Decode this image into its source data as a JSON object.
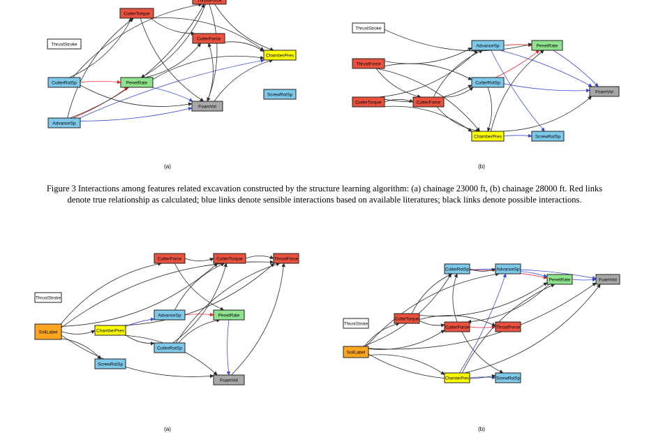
{
  "caption": "Figure 3 Interactions among features related excavation constructed by the structure learning algorithm: (a) chainage 23000 ft, (b) chainage 28000 ft. Red links denote true relationship as calculated; blue links denote sensible interactions based on available literatures; black links denote possible interactions.",
  "colors": {
    "red": "#e8523f",
    "blue": "#7ec8ea",
    "green": "#8fe38f",
    "gray": "#a8a8a8",
    "yellow": "#ffff00",
    "white": "#ffffff",
    "orange": "#ffa51f",
    "edge_black": "#2a2a2a",
    "edge_red": "#e8252a",
    "edge_blue": "#3a4ad8"
  },
  "panels": [
    {
      "id": "top-a",
      "sublabel": "(a)",
      "nodes": [
        {
          "id": "CutterTorque",
          "label": "CutterTorque",
          "color": "red"
        },
        {
          "id": "ThrustForce",
          "label": "ThrustForce",
          "color": "red"
        },
        {
          "id": "CutterForce",
          "label": "CutterForce",
          "color": "red"
        },
        {
          "id": "ThrustStroke",
          "label": "ThrustStroke",
          "color": "white"
        },
        {
          "id": "ChamberPres",
          "label": "ChamberPres",
          "color": "yellow"
        },
        {
          "id": "CutterRotSp",
          "label": "CutterRotSp",
          "color": "blue"
        },
        {
          "id": "PenetRate",
          "label": "PenetRate",
          "color": "green"
        },
        {
          "id": "ScrewRotSp",
          "label": "ScrewRotSp",
          "color": "blue"
        },
        {
          "id": "FoamVol",
          "label": "FoamVol",
          "color": "gray"
        },
        {
          "id": "AdvanceSp",
          "label": "AdvanceSp",
          "color": "blue"
        }
      ]
    },
    {
      "id": "top-b",
      "sublabel": "(b)",
      "nodes": [
        {
          "id": "ThrustStroke",
          "label": "ThrustStroke",
          "color": "white"
        },
        {
          "id": "AdvanceSp",
          "label": "AdvanceSp",
          "color": "blue"
        },
        {
          "id": "PenetRate",
          "label": "PenetRate",
          "color": "green"
        },
        {
          "id": "ThrustForce",
          "label": "ThrustForce",
          "color": "red"
        },
        {
          "id": "CutterRotSp",
          "label": "CutterRotSp",
          "color": "blue"
        },
        {
          "id": "FoamVol",
          "label": "FoamVol",
          "color": "gray"
        },
        {
          "id": "CutterTorque",
          "label": "CutterTorque",
          "color": "red"
        },
        {
          "id": "CutterForce",
          "label": "CutterForce",
          "color": "red"
        },
        {
          "id": "ChamberPres",
          "label": "ChamberPres",
          "color": "yellow"
        },
        {
          "id": "ScrewRotSp",
          "label": "ScrewRotSp",
          "color": "blue"
        }
      ]
    },
    {
      "id": "bottom-a",
      "sublabel": "(a)",
      "nodes": [
        {
          "id": "CutterForce",
          "label": "CutterForce",
          "color": "red"
        },
        {
          "id": "CutterTorque",
          "label": "CutterTorque",
          "color": "red"
        },
        {
          "id": "ThrustForce",
          "label": "ThrustForce",
          "color": "red"
        },
        {
          "id": "ThrustStroke",
          "label": "ThrustStroke",
          "color": "white"
        },
        {
          "id": "AdvanceSp",
          "label": "AdvanceSp",
          "color": "blue"
        },
        {
          "id": "PenetRate",
          "label": "PenetRate",
          "color": "green"
        },
        {
          "id": "SoilLabel",
          "label": "SoilLabel",
          "color": "orange"
        },
        {
          "id": "ChamberPres",
          "label": "ChamberPres",
          "color": "yellow"
        },
        {
          "id": "CutterRotSp",
          "label": "CutterRotSp",
          "color": "blue"
        },
        {
          "id": "ScrewRotSp",
          "label": "ScrewRotSp",
          "color": "blue"
        },
        {
          "id": "FoamVol",
          "label": "FoamVol",
          "color": "gray"
        }
      ]
    },
    {
      "id": "bottom-b",
      "sublabel": "(b)",
      "nodes": [
        {
          "id": "CutterRotSp",
          "label": "CutterRotSp",
          "color": "blue"
        },
        {
          "id": "AdvanceSp",
          "label": "AdvanceSp",
          "color": "blue"
        },
        {
          "id": "PenetRate",
          "label": "PenetRate",
          "color": "green"
        },
        {
          "id": "FoamVol",
          "label": "FoamVol",
          "color": "gray"
        },
        {
          "id": "CutterTorque",
          "label": "CutterTorque",
          "color": "red"
        },
        {
          "id": "ThrustStroke",
          "label": "ThrustStroke",
          "color": "white"
        },
        {
          "id": "CutterForce",
          "label": "CutterForce",
          "color": "red"
        },
        {
          "id": "ThrustForce",
          "label": "ThrustForce",
          "color": "red"
        },
        {
          "id": "SoilLabel",
          "label": "SoilLabel",
          "color": "orange"
        },
        {
          "id": "ChamberPres",
          "label": "ChamberPres",
          "color": "yellow"
        },
        {
          "id": "ScrewRotSp",
          "label": "ScrewRotSp",
          "color": "blue"
        }
      ]
    }
  ],
  "edges": {
    "top-a": [
      [
        "CutterRotSp",
        "PenetRate",
        "red"
      ],
      [
        "AdvanceSp",
        "PenetRate",
        "red"
      ],
      [
        "PenetRate",
        "FoamVol",
        "blue"
      ],
      [
        "AdvanceSp",
        "FoamVol",
        "blue"
      ],
      [
        "AdvanceSp",
        "ChamberPres",
        "blue"
      ],
      [
        "CutterRotSp",
        "CutterTorque",
        "black"
      ],
      [
        "AdvanceSp",
        "CutterTorque",
        "black"
      ],
      [
        "AdvanceSp",
        "ThrustForce",
        "black"
      ],
      [
        "CutterRotSp",
        "ThrustForce",
        "black"
      ],
      [
        "CutterTorque",
        "CutterForce",
        "black"
      ],
      [
        "CutterTorque",
        "ChamberPres",
        "black"
      ],
      [
        "ThrustForce",
        "ChamberPres",
        "black"
      ],
      [
        "CutterForce",
        "ChamberPres",
        "black"
      ],
      [
        "PenetRate",
        "CutterForce",
        "black"
      ],
      [
        "PenetRate",
        "ChamberPres",
        "black"
      ],
      [
        "FoamVol",
        "CutterForce",
        "black"
      ],
      [
        "FoamVol",
        "ChamberPres",
        "black"
      ],
      [
        "CutterRotSp",
        "FoamVol",
        "black"
      ],
      [
        "ThrustForce",
        "FoamVol",
        "black"
      ],
      [
        "CutterTorque",
        "FoamVol",
        "black"
      ],
      [
        "ThrustForce",
        "PenetRate",
        "black"
      ]
    ],
    "top-b": [
      [
        "AdvanceSp",
        "PenetRate",
        "red"
      ],
      [
        "CutterRotSp",
        "PenetRate",
        "red"
      ],
      [
        "PenetRate",
        "FoamVol",
        "blue"
      ],
      [
        "AdvanceSp",
        "ScrewRotSp",
        "blue"
      ],
      [
        "ChamberPres",
        "ScrewRotSp",
        "blue"
      ],
      [
        "CutterRotSp",
        "FoamVol",
        "blue"
      ],
      [
        "AdvanceSp",
        "FoamVol",
        "blue"
      ],
      [
        "ThrustForce",
        "AdvanceSp",
        "black"
      ],
      [
        "ThrustForce",
        "CutterRotSp",
        "black"
      ],
      [
        "ThrustForce",
        "CutterForce",
        "black"
      ],
      [
        "ThrustForce",
        "ChamberPres",
        "black"
      ],
      [
        "CutterTorque",
        "AdvanceSp",
        "black"
      ],
      [
        "CutterTorque",
        "CutterForce",
        "black"
      ],
      [
        "CutterTorque",
        "CutterRotSp",
        "black"
      ],
      [
        "CutterTorque",
        "ChamberPres",
        "black"
      ],
      [
        "CutterForce",
        "CutterRotSp",
        "black"
      ],
      [
        "CutterForce",
        "AdvanceSp",
        "black"
      ],
      [
        "CutterForce",
        "ChamberPres",
        "black"
      ],
      [
        "ChamberPres",
        "PenetRate",
        "black"
      ],
      [
        "ChamberPres",
        "FoamVol",
        "black"
      ],
      [
        "CutterRotSp",
        "ChamberPres",
        "black"
      ],
      [
        "ThrustStroke",
        "PenetRate",
        "black"
      ]
    ],
    "bottom-a": [
      [
        "AdvanceSp",
        "PenetRate",
        "red"
      ],
      [
        "PenetRate",
        "FoamVol",
        "blue"
      ],
      [
        "ChamberPres",
        "AdvanceSp",
        "blue"
      ],
      [
        "CutterForce",
        "CutterTorque",
        "black"
      ],
      [
        "CutterTorque",
        "ThrustForce",
        "black"
      ],
      [
        "SoilLabel",
        "ChamberPres",
        "black"
      ],
      [
        "SoilLabel",
        "CutterForce",
        "black"
      ],
      [
        "SoilLabel",
        "CutterTorque",
        "black"
      ],
      [
        "SoilLabel",
        "ScrewRotSp",
        "black"
      ],
      [
        "SoilLabel",
        "FoamVol",
        "black"
      ],
      [
        "SoilLabel",
        "ThrustForce",
        "black"
      ],
      [
        "ChamberPres",
        "CutterRotSp",
        "black"
      ],
      [
        "ChamberPres",
        "FoamVol",
        "black"
      ],
      [
        "ChamberPres",
        "ThrustForce",
        "black"
      ],
      [
        "CutterRotSp",
        "PenetRate",
        "black"
      ],
      [
        "CutterRotSp",
        "CutterTorque",
        "black"
      ],
      [
        "AdvanceSp",
        "CutterTorque",
        "black"
      ],
      [
        "CutterForce",
        "PenetRate",
        "black"
      ],
      [
        "CutterRotSp",
        "ThrustForce",
        "black"
      ],
      [
        "FoamVol",
        "ThrustForce",
        "black"
      ]
    ],
    "bottom-b": [
      [
        "CutterRotSp",
        "PenetRate",
        "red"
      ],
      [
        "CutterForce",
        "ThrustForce",
        "red"
      ],
      [
        "AdvanceSp",
        "PenetRate",
        "blue"
      ],
      [
        "PenetRate",
        "FoamVol",
        "blue"
      ],
      [
        "CutterRotSp",
        "FoamVol",
        "blue"
      ],
      [
        "ChamberPres",
        "AdvanceSp",
        "blue"
      ],
      [
        "ChamberPres",
        "ScrewRotSp",
        "blue"
      ],
      [
        "CutterRotSp",
        "AdvanceSp",
        "black"
      ],
      [
        "CutterTorque",
        "CutterRotSp",
        "black"
      ],
      [
        "CutterTorque",
        "CutterForce",
        "black"
      ],
      [
        "CutterTorque",
        "ThrustForce",
        "black"
      ],
      [
        "CutterTorque",
        "PenetRate",
        "black"
      ],
      [
        "CutterForce",
        "CutterRotSp",
        "black"
      ],
      [
        "CutterForce",
        "ScrewRotSp",
        "black"
      ],
      [
        "SoilLabel",
        "CutterTorque",
        "black"
      ],
      [
        "SoilLabel",
        "CutterForce",
        "black"
      ],
      [
        "SoilLabel",
        "ChamberPres",
        "black"
      ],
      [
        "SoilLabel",
        "FoamVol",
        "black"
      ],
      [
        "SoilLabel",
        "AdvanceSp",
        "black"
      ],
      [
        "SoilLabel",
        "CutterRotSp",
        "black"
      ],
      [
        "ChamberPres",
        "PenetRate",
        "black"
      ],
      [
        "ChamberPres",
        "FoamVol",
        "black"
      ],
      [
        "PenetRate",
        "CutterForce",
        "black"
      ],
      [
        "SoilLabel",
        "ScrewRotSp",
        "black"
      ]
    ]
  }
}
